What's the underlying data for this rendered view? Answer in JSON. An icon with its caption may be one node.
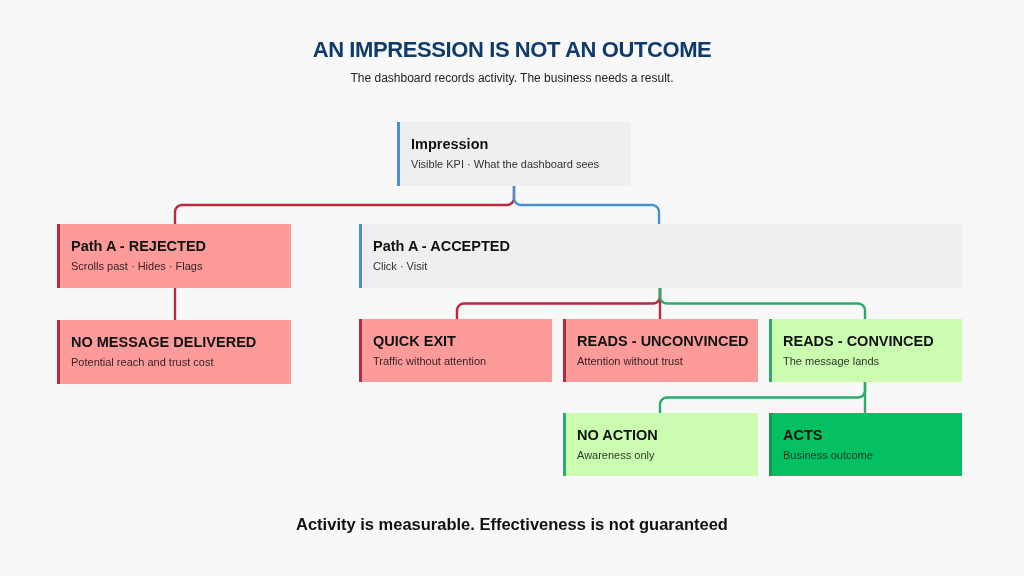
{
  "diagram": {
    "title": "AN IMPRESSION IS NOT AN OUTCOME",
    "caption": "Activity is measurable. Effectiveness is not guaranteed",
    "labels": [
      "The dashboard records activity. The business needs a result."
    ],
    "nodes": [
      {
        "text": [
          "Impression",
          "Visible KPI · What the dashboard sees"
        ]
      },
      {
        "text": [
          "Path A - REJECTED",
          "Scrolls past · Hides · Flags"
        ]
      },
      {
        "text": [
          "Path A - ACCEPTED",
          "Click · Visit"
        ]
      },
      {
        "text": [
          "NO MESSAGE DELIVERED",
          "Potential reach and trust cost"
        ]
      },
      {
        "text": [
          "QUICK EXIT",
          "Traffic without attention"
        ]
      },
      {
        "text": [
          "READS - UNCONVINCED",
          "Attention without trust"
        ]
      },
      {
        "text": [
          "READS - CONVINCED",
          "The message lands"
        ]
      },
      {
        "text": [
          "NO ACTION",
          "Awareness only"
        ]
      },
      {
        "text": [
          "ACTS",
          "Business outcome"
        ]
      }
    ],
    "edges": [
      {
        "from": 0,
        "to": 1,
        "arrow": "none"
      },
      {
        "from": 0,
        "to": 2,
        "arrow": "none",
        "color": "#4a8fd0"
      },
      {
        "from": 1,
        "to": 3,
        "arrow": "none"
      },
      {
        "from": 2,
        "to": 4,
        "arrow": "none"
      },
      {
        "from": 2,
        "to": 5,
        "arrow": "none"
      },
      {
        "from": 2,
        "to": 6,
        "arrow": "none",
        "color": "#2bab6b"
      },
      {
        "from": 6,
        "to": 7,
        "arrow": "none",
        "color": "#2bab6b"
      },
      {
        "from": 6,
        "to": 8,
        "arrow": "none",
        "color": "#2bab6b"
      }
    ]
  }
}
